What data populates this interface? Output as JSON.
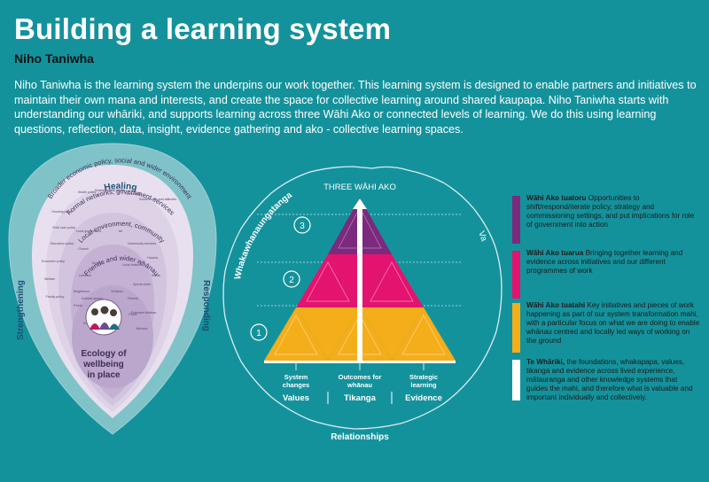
{
  "header": {
    "title": "Building a learning system",
    "subtitle": "Niho Taniwha",
    "intro": "Niho Taniwha is the learning system the underpins our work together. This learning system is designed to enable partners and initiatives to maintain their own mana and interests, and create the space for collective learning around shared kaupapa. Niho Taniwha starts with understanding our whāriki, and supports learning across three Wāhi Ako or connected levels of learning. We do this using learning questions, reflection, data, insight, evidence gathering and ako - collective learning spaces."
  },
  "ecology": {
    "outer_top": "Healing",
    "outer_left": "Strengthening",
    "outer_right": "Responding",
    "ring1": "Broader economic policy, social and wider environment",
    "ring2": "Formal networks, government services",
    "ring3": "Local environment, community",
    "ring4": "Friends and wider whānau",
    "center": [
      "Ecology of",
      "wellbeing",
      "in place"
    ],
    "small_labels": [
      "Health policy",
      "Environmental health",
      "Technology",
      "Social norms and attitudes",
      "Housing policy",
      "Child care policy",
      "Education policy",
      "Economic policy",
      "Welfare",
      "Family policy",
      "Local government",
      "Iwi",
      "Community services",
      "Hauora",
      "Marae",
      "Church",
      "Schools",
      "Local business",
      "Sports clubs",
      "Libraries",
      "Neighbours",
      "Friends",
      "Extended whānau",
      "Peers",
      "Kura",
      "Mentors",
      "Whānau",
      "Parks",
      "Cultural spaces"
    ]
  },
  "triangle": {
    "title": "THREE WĀHI AKO",
    "levels": [
      "3",
      "2",
      "1"
    ],
    "circle_left": "Whakawhanaungatanga",
    "circle_right": "Va",
    "circle_bottom": "Relationships",
    "columns": [
      {
        "line1": "System",
        "line2": "changes",
        "foot": "Values"
      },
      {
        "line1": "Outcomes for",
        "line2": "whānau",
        "foot": "Tikanga"
      },
      {
        "line1": "Strategic",
        "line2": "learning",
        "foot": "Evidence"
      }
    ],
    "colors": {
      "top": "#7b2a7d",
      "middle": "#e4136f",
      "bottom": "#f4ae1a"
    }
  },
  "legend": [
    {
      "title": "Wāhi Ako tuatoru",
      "text": "Opportunities to shift/respond/iterate policy, strategy and commissioning settings, and put implications for role of government into action",
      "color": "#7b2a7d"
    },
    {
      "title": "Wāhi Ako tuarua",
      "text": "Bringing together learning and evidence across initiatives and our different programmes of work",
      "color": "#e4136f"
    },
    {
      "title": "Wāhi Ako tuatahi",
      "text": "Key initiatives and pieces of work happening as part of our system transformation mahi, with a particular focus on what we are doing to enable whānau centred and locally led ways of working on the ground",
      "color": "#f4ae1a"
    },
    {
      "title": "Te Whāriki,",
      "text": "the foundations, whakapapa, values, tikanga and evidence across lived experience, mātauranga and other knowledge systems that guides the mahi, and therefore what is valuable and important individually and collectively.",
      "color": "#ffffff"
    }
  ]
}
